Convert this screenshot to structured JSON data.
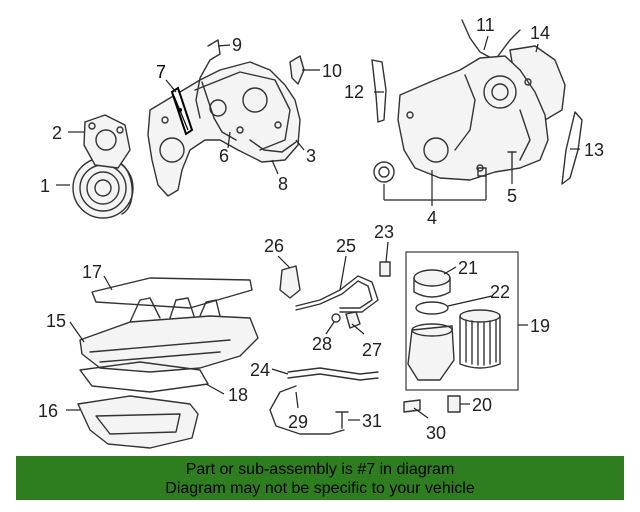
{
  "diagram": {
    "callouts": [
      {
        "id": "1",
        "label": "1"
      },
      {
        "id": "2",
        "label": "2"
      },
      {
        "id": "3",
        "label": "3"
      },
      {
        "id": "4",
        "label": "4"
      },
      {
        "id": "5",
        "label": "5"
      },
      {
        "id": "6",
        "label": "6"
      },
      {
        "id": "7",
        "label": "7"
      },
      {
        "id": "8",
        "label": "8"
      },
      {
        "id": "9",
        "label": "9"
      },
      {
        "id": "10",
        "label": "10"
      },
      {
        "id": "11",
        "label": "11"
      },
      {
        "id": "12",
        "label": "12"
      },
      {
        "id": "13",
        "label": "13"
      },
      {
        "id": "14",
        "label": "14"
      },
      {
        "id": "15",
        "label": "15"
      },
      {
        "id": "16",
        "label": "16"
      },
      {
        "id": "17",
        "label": "17"
      },
      {
        "id": "18",
        "label": "18"
      },
      {
        "id": "19",
        "label": "19"
      },
      {
        "id": "20",
        "label": "20"
      },
      {
        "id": "21",
        "label": "21"
      },
      {
        "id": "22",
        "label": "22"
      },
      {
        "id": "23",
        "label": "23"
      },
      {
        "id": "24",
        "label": "24"
      },
      {
        "id": "25",
        "label": "25"
      },
      {
        "id": "26",
        "label": "26"
      },
      {
        "id": "27",
        "label": "27"
      },
      {
        "id": "28",
        "label": "28"
      },
      {
        "id": "29",
        "label": "29"
      },
      {
        "id": "30",
        "label": "30"
      },
      {
        "id": "31",
        "label": "31"
      }
    ],
    "highlighted_part": "7"
  },
  "banner": {
    "line1": "Part or sub-assembly is #7 in diagram",
    "line2": "Diagram may not be specific to your vehicle",
    "color": "#2e7d1f"
  }
}
